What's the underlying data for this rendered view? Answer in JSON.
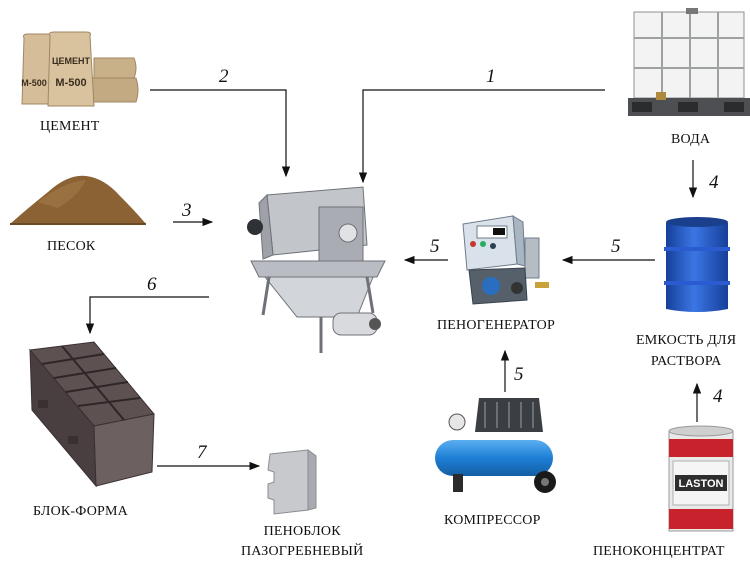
{
  "labels": {
    "cement": "ЦЕМЕНТ",
    "sand": "ПЕСОК",
    "water": "ВОДА",
    "tank_line1": "ЕМКОСТЬ ДЛЯ",
    "tank_line2": "РАСТВОРА",
    "foam_generator": "ПЕНОГЕНЕРАТОР",
    "compressor": "КОМПРЕССОР",
    "concentrate": "ПЕНОКОНЦЕНТРАТ",
    "block_form": "БЛОК-ФОРМА",
    "foam_block_line1": "ПЕНОБЛОК",
    "foam_block_line2": "ПАЗОГРЕБНЕВЫЙ"
  },
  "image_text": {
    "cement_bag_text": "ЦЕМЕНТ",
    "cement_bag_grade": "М-500",
    "concentrate_brand": "LASTON"
  },
  "steps": {
    "water_to_mixer": "1",
    "cement_to_mixer": "2",
    "sand_to_mixer": "3",
    "water_to_tank": "4",
    "concentrate_to_tank": "4",
    "tank_to_generator": "5",
    "compressor_to_generator": "5",
    "generator_to_mixer": "5",
    "mixer_to_form": "6",
    "form_to_block": "7"
  },
  "colors": {
    "metal": "#b9bcc2",
    "tank_blue": "#1f55c8",
    "compressor_blue": "#1e7fd6",
    "sand": "#8a6234",
    "bag": "#cfb894",
    "concentrate_red": "#c8232c"
  }
}
